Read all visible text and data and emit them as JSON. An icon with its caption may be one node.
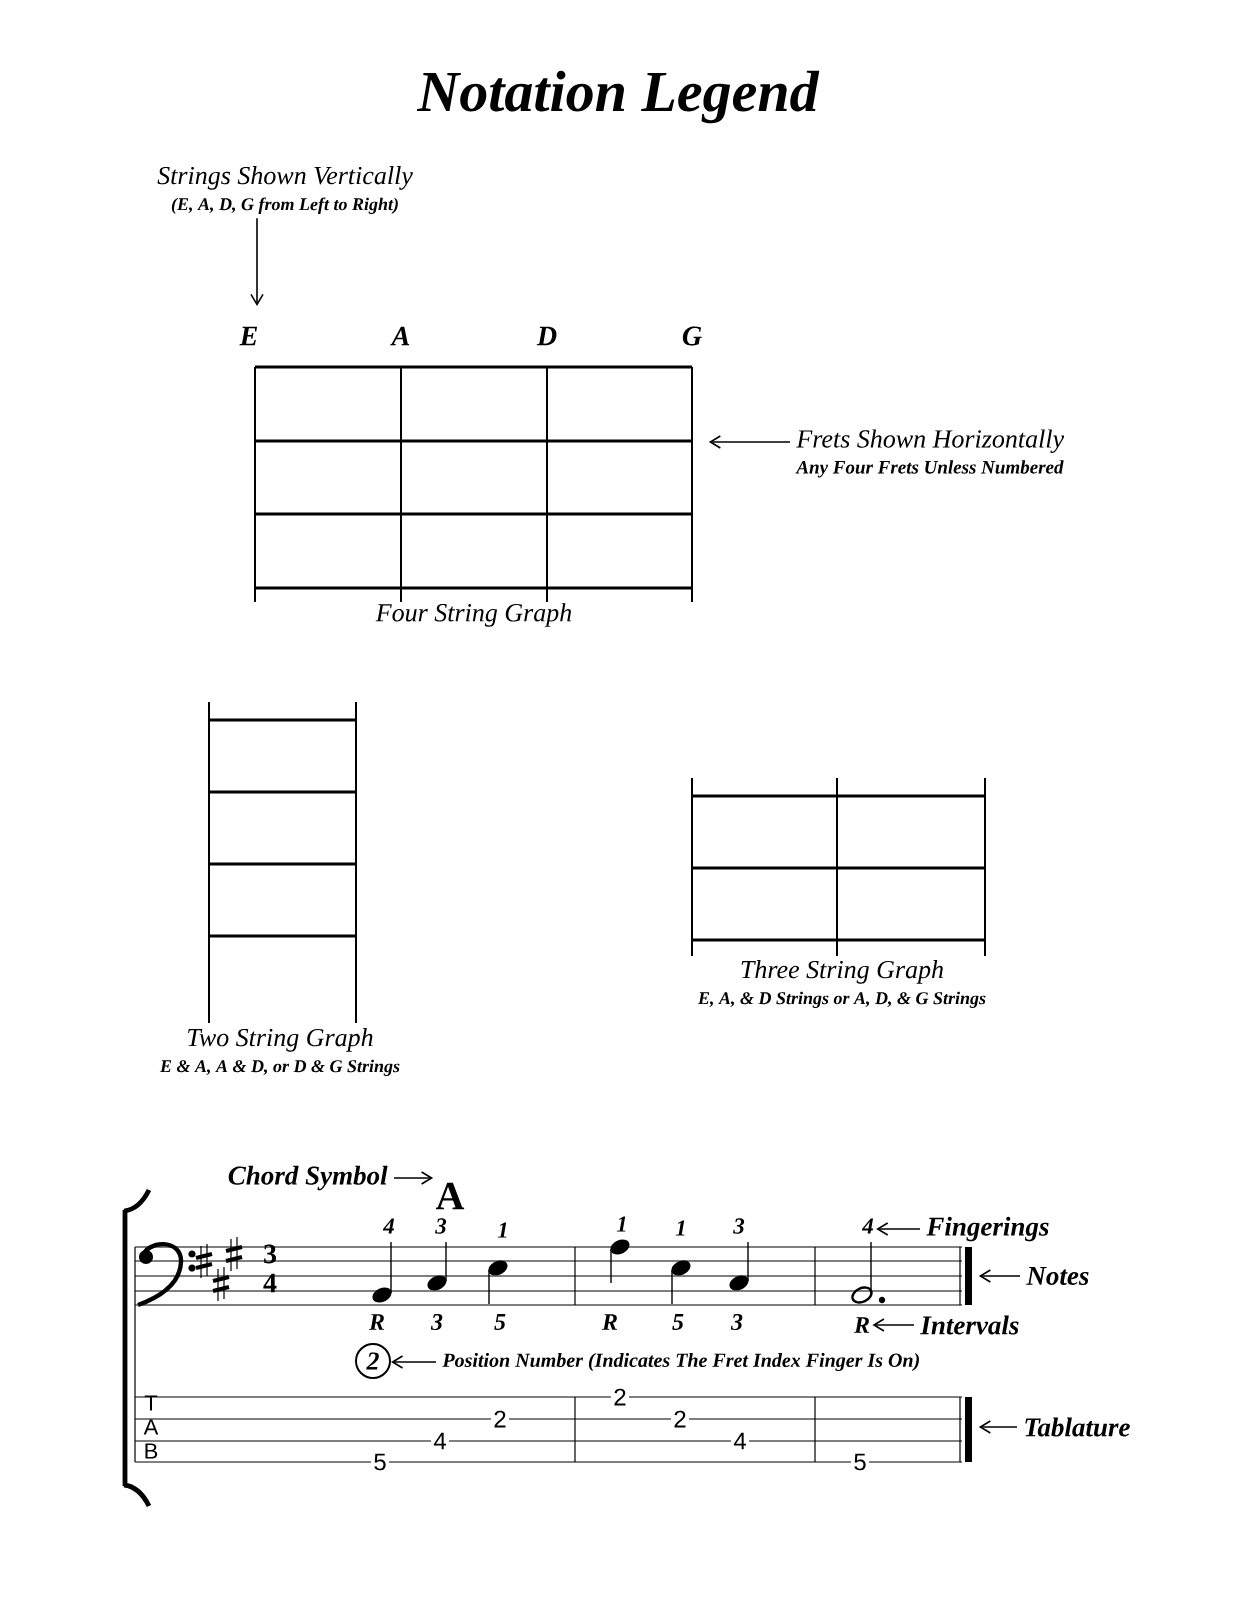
{
  "diagram": {
    "title": "Notation Legend",
    "nodes": [
      {
        "text": [
          "Strings Shown Vertically",
          "(E, A, D, G from Left to Right)"
        ]
      },
      {
        "text": [
          "E",
          "A",
          "D",
          "G",
          "Four String Graph"
        ]
      },
      {
        "text": [
          "Frets Shown Horizontally",
          "Any Four Frets Unless Numbered"
        ]
      },
      {
        "text": [
          "Two String Graph",
          "E & A, A & D, or D & G Strings"
        ]
      },
      {
        "text": [
          "Three String Graph",
          "E, A, & D Strings or A, D, & G Strings"
        ]
      },
      {
        "text": [
          "Chord Symbol"
        ]
      },
      {
        "text": [
          "A"
        ]
      },
      {
        "text": [
          "Fingerings"
        ]
      },
      {
        "text": [
          "4"
        ]
      },
      {
        "text": [
          "Notes"
        ]
      },
      {
        "text": [],
        "shape": "picture"
      },
      {
        "text": [
          "Intervals"
        ]
      },
      {
        "text": [
          "R"
        ]
      },
      {
        "text": [
          "2"
        ]
      },
      {
        "text": [
          "Position Number (Indicates The Fret Index Finger Is On)"
        ]
      },
      {
        "text": [
          "Tablature"
        ]
      },
      {
        "text": [],
        "shape": "picture"
      }
    ],
    "edges": [
      {
        "from": 0,
        "to": 1,
        "arrow": "to"
      },
      {
        "from": 2,
        "to": 1,
        "arrow": "to"
      },
      {
        "from": 5,
        "to": 6,
        "arrow": "to"
      },
      {
        "from": 7,
        "to": 8,
        "arrow": "to"
      },
      {
        "from": 9,
        "to": 10,
        "arrow": "to"
      },
      {
        "from": 11,
        "to": 12,
        "arrow": "to"
      },
      {
        "from": 14,
        "to": 13,
        "arrow": "to"
      },
      {
        "from": 15,
        "to": 16,
        "arrow": "to"
      }
    ],
    "labels": [
      "3",
      "4",
      "4",
      "3",
      "1",
      "1",
      "1",
      "3",
      "R",
      "3",
      "5",
      "R",
      "5",
      "3",
      "T",
      "A",
      "B",
      "5",
      "4",
      "2",
      "2",
      "2",
      "4",
      "5"
    ]
  }
}
